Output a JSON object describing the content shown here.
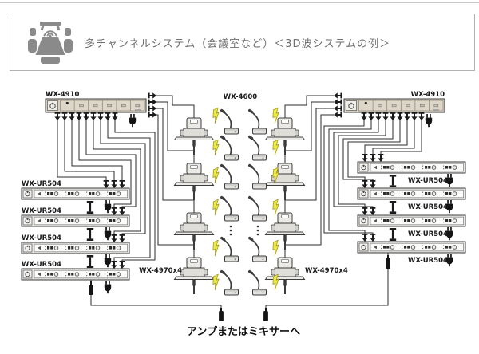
{
  "header": {
    "title": "多チャンネルシステム（会議室など）＜3D波システムの例＞",
    "icon": "conference-room-wireless-icon"
  },
  "diagram": {
    "left_station": {
      "label": "WX-4910"
    },
    "right_station": {
      "label": "WX-4910"
    },
    "mic_group": {
      "label": "WX-4600"
    },
    "left_antenna_group": {
      "label": "WX-4970x4"
    },
    "right_antenna_group": {
      "label": "WX-4970x4"
    },
    "left_receivers": [
      {
        "label": "WX-UR504"
      },
      {
        "label": "WX-UR504"
      },
      {
        "label": "WX-UR504"
      },
      {
        "label": "WX-UR504"
      }
    ],
    "right_receivers": [
      {
        "label": "WX-UR504"
      },
      {
        "label": "WX-UR504"
      },
      {
        "label": "WX-UR504"
      },
      {
        "label": "WX-UR504"
      }
    ],
    "output": {
      "label": "アンプまたはミキサーへ"
    },
    "colors": {
      "station_body": "#d6cfc2",
      "receiver_body": "#e7e6e2",
      "bolt_yellow": "#ece93f",
      "wire": "#2b2b2b",
      "label_text": "#1a1a1a",
      "header_gray": "#8a8a8a"
    }
  }
}
